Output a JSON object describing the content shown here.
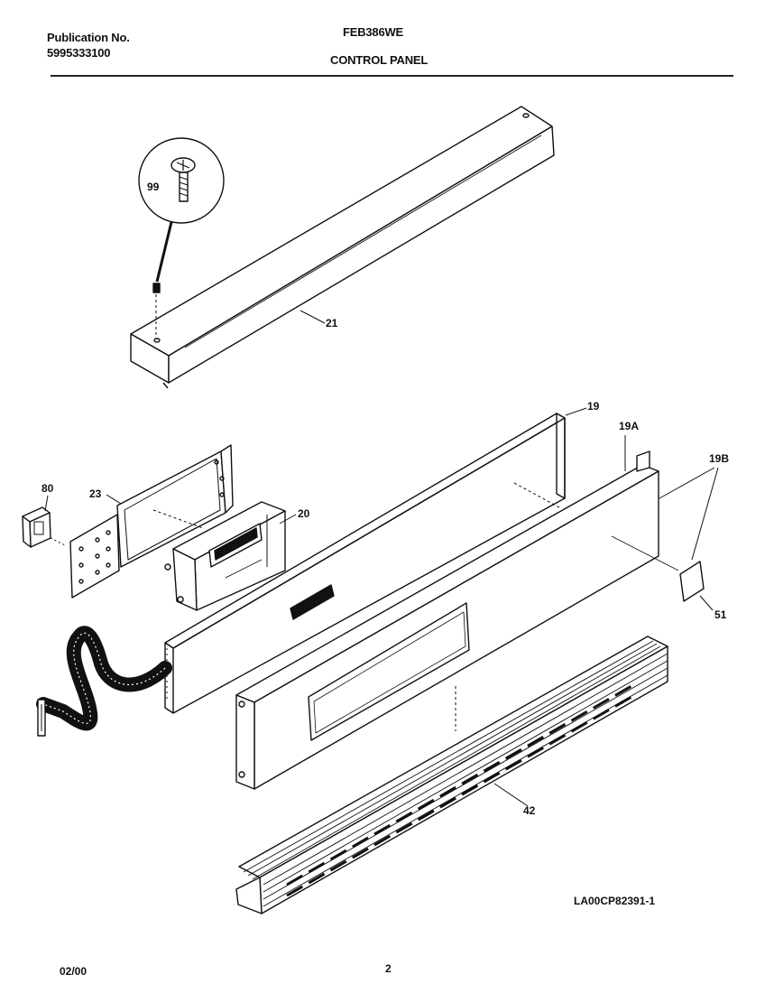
{
  "header": {
    "publication_label": "Publication No.",
    "publication_number": "5995333100",
    "model": "FEB386WE",
    "section_title": "CONTROL PANEL"
  },
  "parts": {
    "p99": "99",
    "p21": "21",
    "p19": "19",
    "p19A": "19A",
    "p19B": "19B",
    "p80": "80",
    "p23": "23",
    "p20": "20",
    "p51": "51",
    "p42": "42"
  },
  "drawing_id": "LA00CP82391-1",
  "footer": {
    "date": "02/00",
    "page": "2"
  }
}
